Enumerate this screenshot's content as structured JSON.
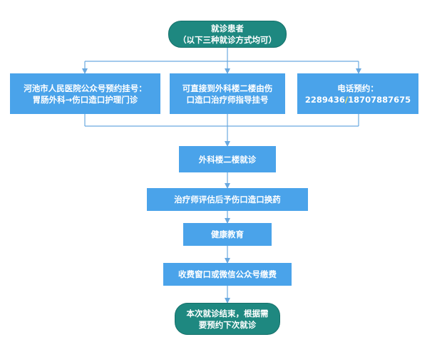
{
  "colors": {
    "teal": "#1e8880",
    "blue": "#4aa3ea",
    "connector": "#6aa9e0",
    "slash": "#ffe566"
  },
  "flow": {
    "start": {
      "line1": "就诊患者",
      "line2": "（以下三种就诊方式均可）"
    },
    "option_public_account": {
      "line1": "河池市人民医院公众号预约挂号：",
      "line2": "胃肠外科→伤口造口护理门诊"
    },
    "option_direct": {
      "line1": "可直接到外科楼二楼由伤",
      "line2": "口造口治疗师指导挂号"
    },
    "option_phone": {
      "line1": "电话预约：",
      "phone1": "2289436",
      "slash": "/",
      "phone2": "18707887675"
    },
    "step_clinic": "外科楼二楼就诊",
    "step_assess": "治疗师评估后予伤口造口换药",
    "step_education": "健康教育",
    "step_payment": "收费窗口或微信公众号缴费",
    "end": {
      "line1": "本次就诊结束，根据需",
      "line2": "要预约下次就诊"
    }
  }
}
